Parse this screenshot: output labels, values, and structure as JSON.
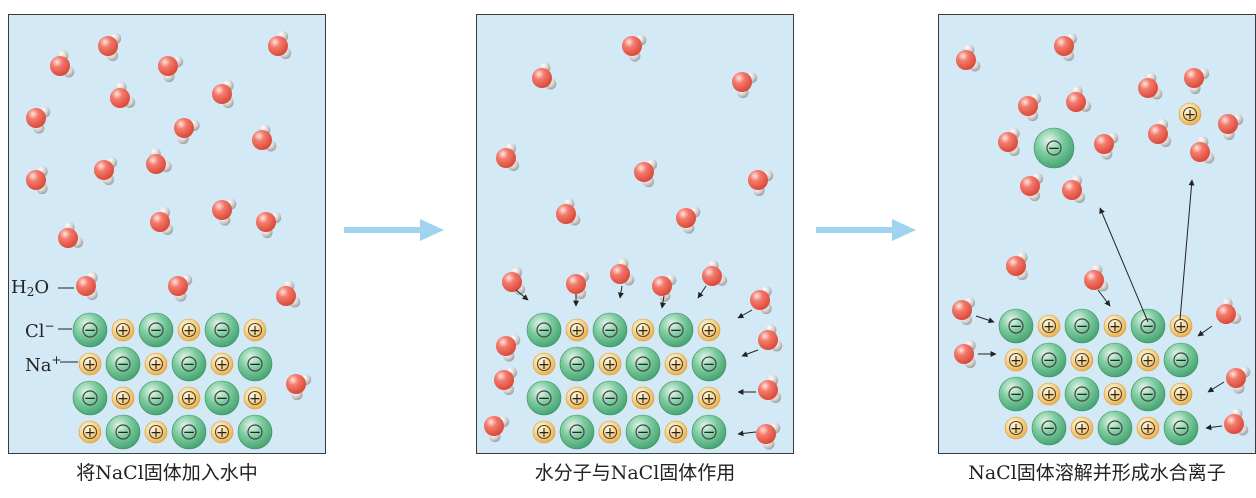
{
  "panels": [
    {
      "caption": "将NaCl固体加入水中"
    },
    {
      "caption": "水分子与NaCl固体作用"
    },
    {
      "caption": "NaCl固体溶解并形成水合离子"
    }
  ],
  "labels": {
    "water": {
      "main": "H",
      "sub": "2",
      "tail": "O"
    },
    "chloride": {
      "main": "Cl",
      "sup": "−"
    },
    "sodium": {
      "main": "Na",
      "sup": "+"
    }
  },
  "symbols": {
    "plus": "+",
    "minus": "−"
  },
  "colors": {
    "panel_fill": "#d3e9f5",
    "panel_border": "#3b3b3b",
    "arrow": "#9fd3ef",
    "oxygen": "#e95b4f",
    "hydrogen": "#c4c4c4",
    "chloride": "#5dba88",
    "sodium": "#f7c66a"
  },
  "icons": [
    "water-molecule-icon",
    "chloride-ion-icon",
    "sodium-ion-icon",
    "process-arrow-icon"
  ]
}
